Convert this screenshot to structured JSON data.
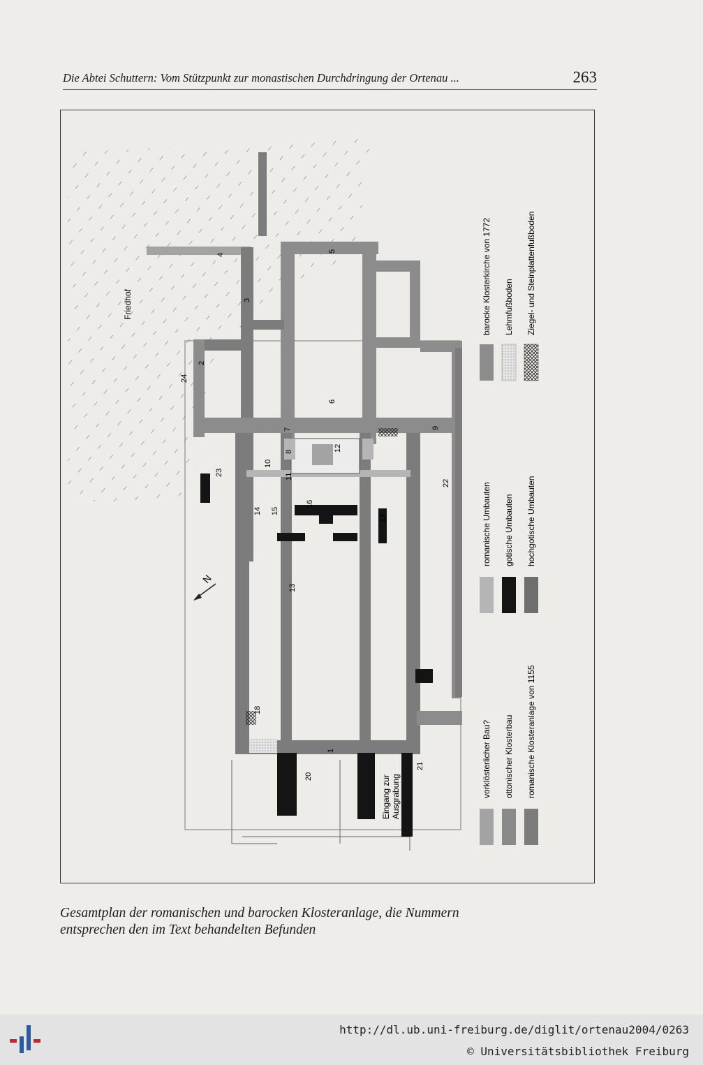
{
  "header": {
    "running_title": "Die Abtei Schuttern: Vom Stützpunkt zur monastischen Durchdringung der Ortenau ...",
    "page_number": "263"
  },
  "plan": {
    "label_friedhof": "Friedhof",
    "entrance_line1": "Eingang zur",
    "entrance_line2": "Ausgrabung",
    "numbers": [
      "1",
      "2",
      "3",
      "4",
      "5",
      "6",
      "7",
      "8",
      "9",
      "10",
      "11",
      "12",
      "13",
      "14",
      "15",
      "16",
      "17",
      "18",
      "20",
      "21",
      "22",
      "23",
      "24"
    ]
  },
  "legend": {
    "col_left": [
      "vorklösterlicher Bau?",
      "ottonischer Klosterbau",
      "romanische Klosteranlage von 1155"
    ],
    "col_middle": [
      "romanische Umbauten",
      "gotische Umbauten",
      "hochgotische Umbauten"
    ],
    "col_right": [
      "barocke Klosterkirche von 1772",
      "Lehmfußboden",
      "Ziegel- und Steinplattenfußboden"
    ],
    "colors": {
      "vorkloesterlich": "#a3a3a3",
      "ottonisch": "#8a8a8a",
      "romanisch_1155": "#7c7c7c",
      "romanische_umbauten": "#b5b5b5",
      "gotisch": "#141414",
      "hochgotisch": "#6e6e6e",
      "barock": "#8c8c8c",
      "lehm": "#dcdcdc",
      "ziegel": "#3a3a3a"
    }
  },
  "caption": {
    "line1": "Gesamtplan der romanischen und barocken Klosteranlage, die Nummern",
    "line2": "entsprechen den im Text behandelten Befunden"
  },
  "footer": {
    "url": "http://dl.ub.uni-freiburg.de/diglit/ortenau2004/0263",
    "copyright": "© Universitätsbibliothek Freiburg"
  }
}
